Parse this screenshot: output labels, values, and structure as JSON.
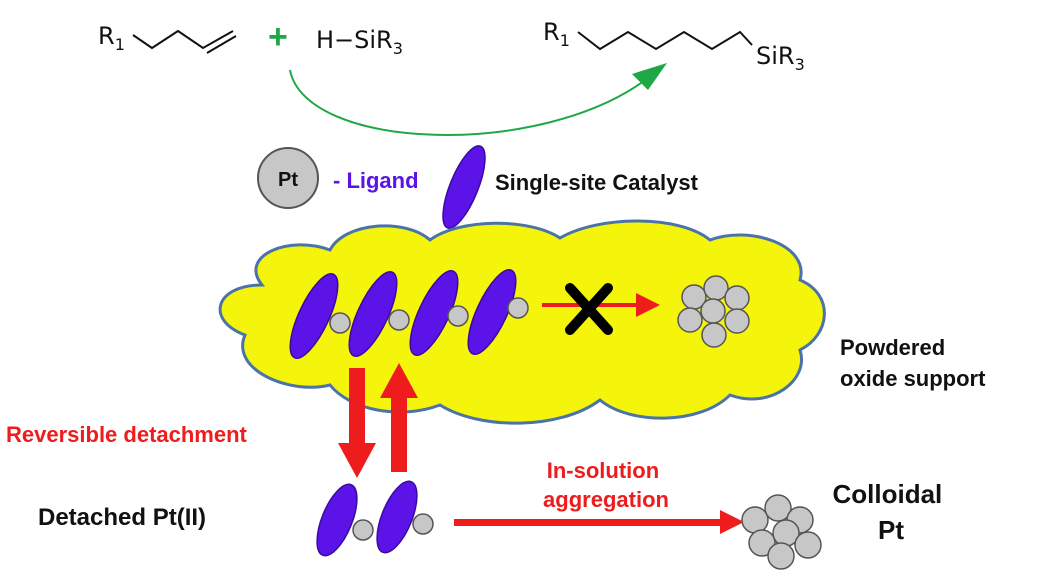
{
  "reaction": {
    "reactant_r": "R",
    "reactant_r_sub": "1",
    "plus": "+",
    "silane_prefix": "H−SiR",
    "silane_sub": "3",
    "product_r": "R",
    "product_r_sub": "1",
    "product_si": "SiR",
    "product_si_sub": "3"
  },
  "legend": {
    "pt_symbol": "Pt",
    "ligand_label": "- Ligand",
    "catalyst_label": "Single-site Catalyst"
  },
  "support_label": {
    "line1": "Powdered",
    "line2": "oxide support"
  },
  "reversible_label": "Reversible detachment",
  "detached_label": "Detached Pt(II)",
  "aggregation_label": {
    "line1": "In-solution",
    "line2": "aggregation"
  },
  "colloidal_label": {
    "line1": "Colloidal",
    "line2": "Pt"
  },
  "colors": {
    "ligand": "#5b13e8",
    "support_fill": "#f5f50c",
    "support_stroke": "#4a73a8",
    "particle_fill": "#c7c7c7",
    "particle_stroke": "#555555",
    "arrow_red": "#ee1c1c",
    "arrow_green": "#1ea845",
    "cross": "#000000"
  }
}
